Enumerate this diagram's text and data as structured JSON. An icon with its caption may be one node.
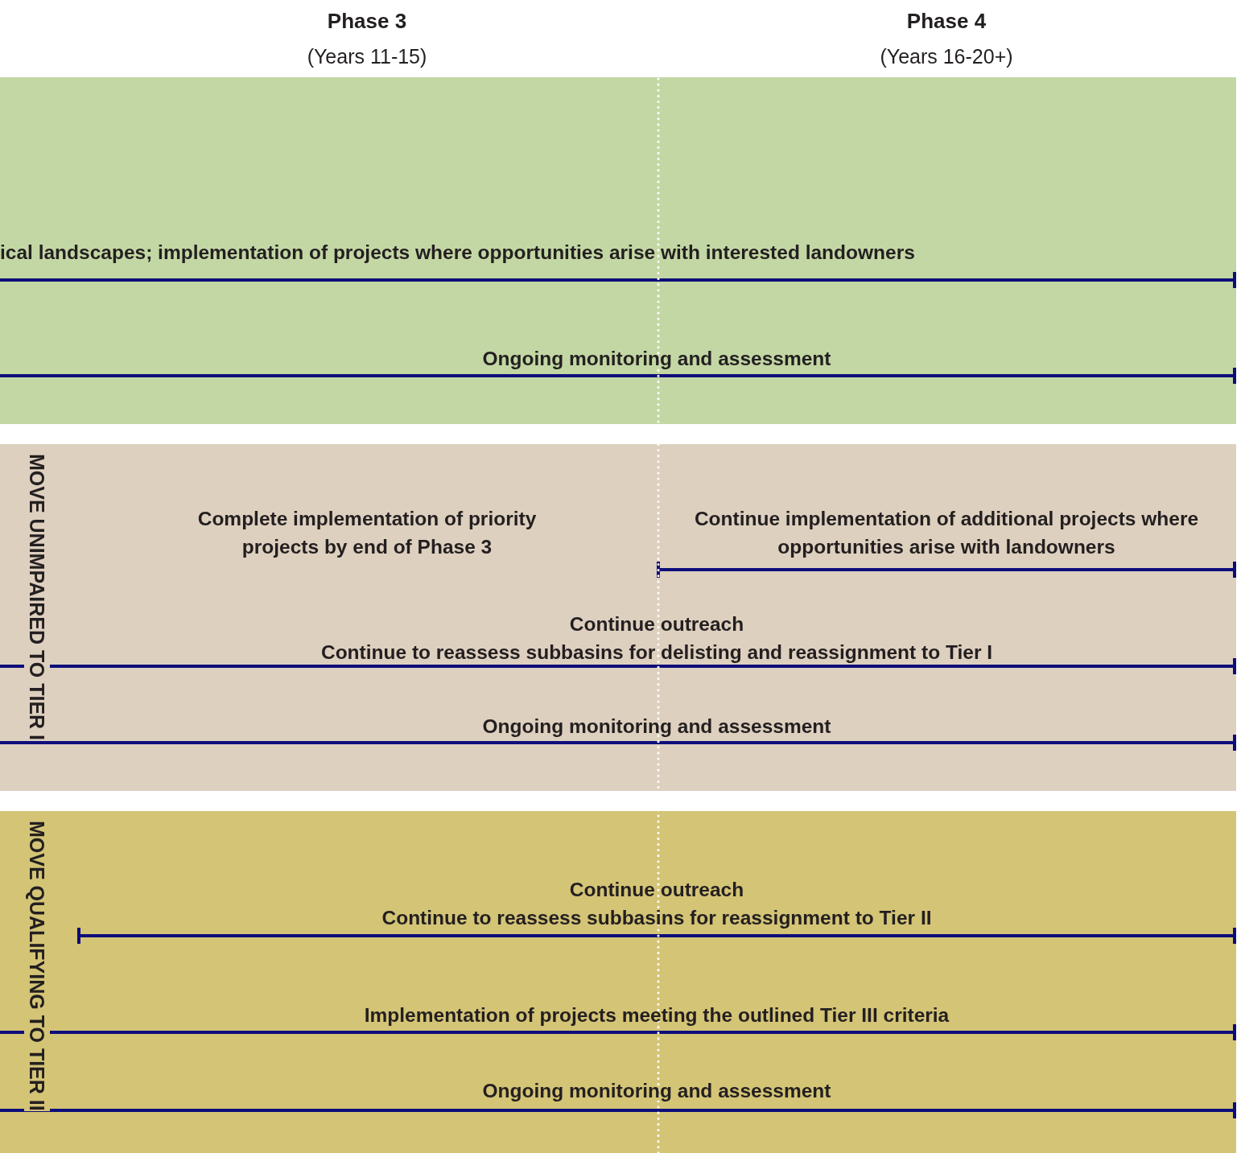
{
  "diagram": {
    "nodes": [
      {
        "text": [],
        "shape": "band"
      },
      {
        "text": [
          "ical landscapes; implementation of projects where opportunities arise with interested landowners"
        ],
        "in": 0
      },
      {
        "text": [
          "Ongoing monitoring and assessment"
        ],
        "in": 0
      },
      {
        "text": [
          "MOVE UNIMPAIRED TO TIER I"
        ]
      },
      {
        "text": [
          "Complete implementation of priority projects by end of Phase 3"
        ],
        "in": 3
      },
      {
        "text": [
          "Continue implementation of additional projects where opportunities arise with landowners"
        ],
        "in": 3
      },
      {
        "text": [
          "Continue outreach",
          "Continue to reassess subbasins for delisting and reassignment to Tier I"
        ],
        "in": 3
      },
      {
        "text": [
          "Ongoing monitoring and assessment"
        ],
        "in": 3
      },
      {
        "text": [
          "MOVE QUALIFYING TO TIER II"
        ]
      },
      {
        "text": [
          "Continue outreach",
          "Continue to reassess subbasins for reassignment to Tier II"
        ],
        "in": 8
      },
      {
        "text": [
          "Implementation of projects meeting the outlined Tier III criteria"
        ],
        "in": 8
      },
      {
        "text": [
          "Ongoing monitoring and assessment"
        ],
        "in": 8
      }
    ],
    "labels": [
      "Phase 3",
      "(Years 11-15)",
      "Phase 4",
      "(Years 16-20+)"
    ]
  }
}
